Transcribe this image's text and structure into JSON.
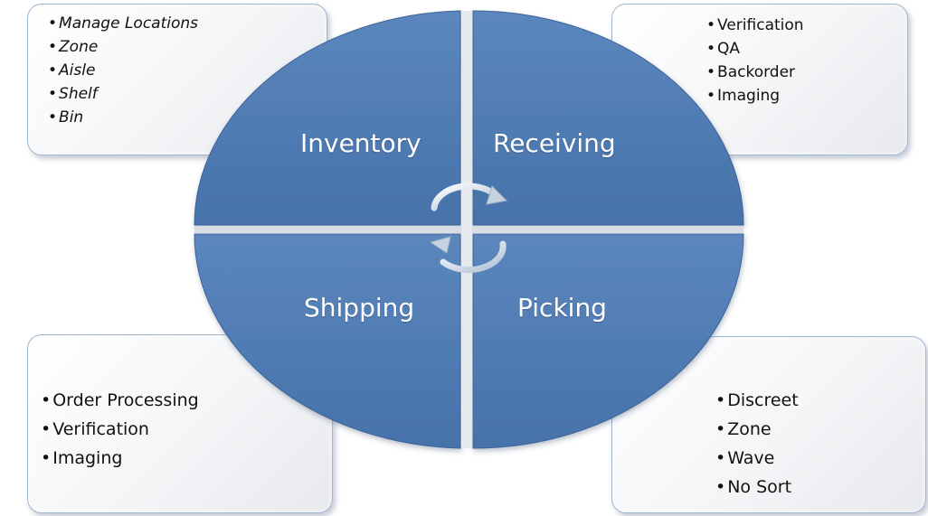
{
  "quadrants": {
    "inventory": {
      "label": "Inventory",
      "items": [
        "Manage Locations",
        "Zone",
        "Aisle",
        "Shelf",
        "Bin"
      ]
    },
    "receiving": {
      "label": "Receiving",
      "items": [
        "Verification",
        "QA",
        "Backorder",
        "Imaging"
      ]
    },
    "shipping": {
      "label": "Shipping",
      "items": [
        "Order Processing",
        "Verification",
        "Imaging"
      ]
    },
    "picking": {
      "label": "Picking",
      "items": [
        "Discreet",
        "Zone",
        "Wave",
        "No Sort"
      ]
    }
  },
  "colors": {
    "wedge": "#4d7ab3",
    "wedge_edge": "#3b6497",
    "box_border": "#9fb6cf",
    "label_text": "#ffffff"
  },
  "icons": {
    "center": "circular-arrows-icon"
  }
}
